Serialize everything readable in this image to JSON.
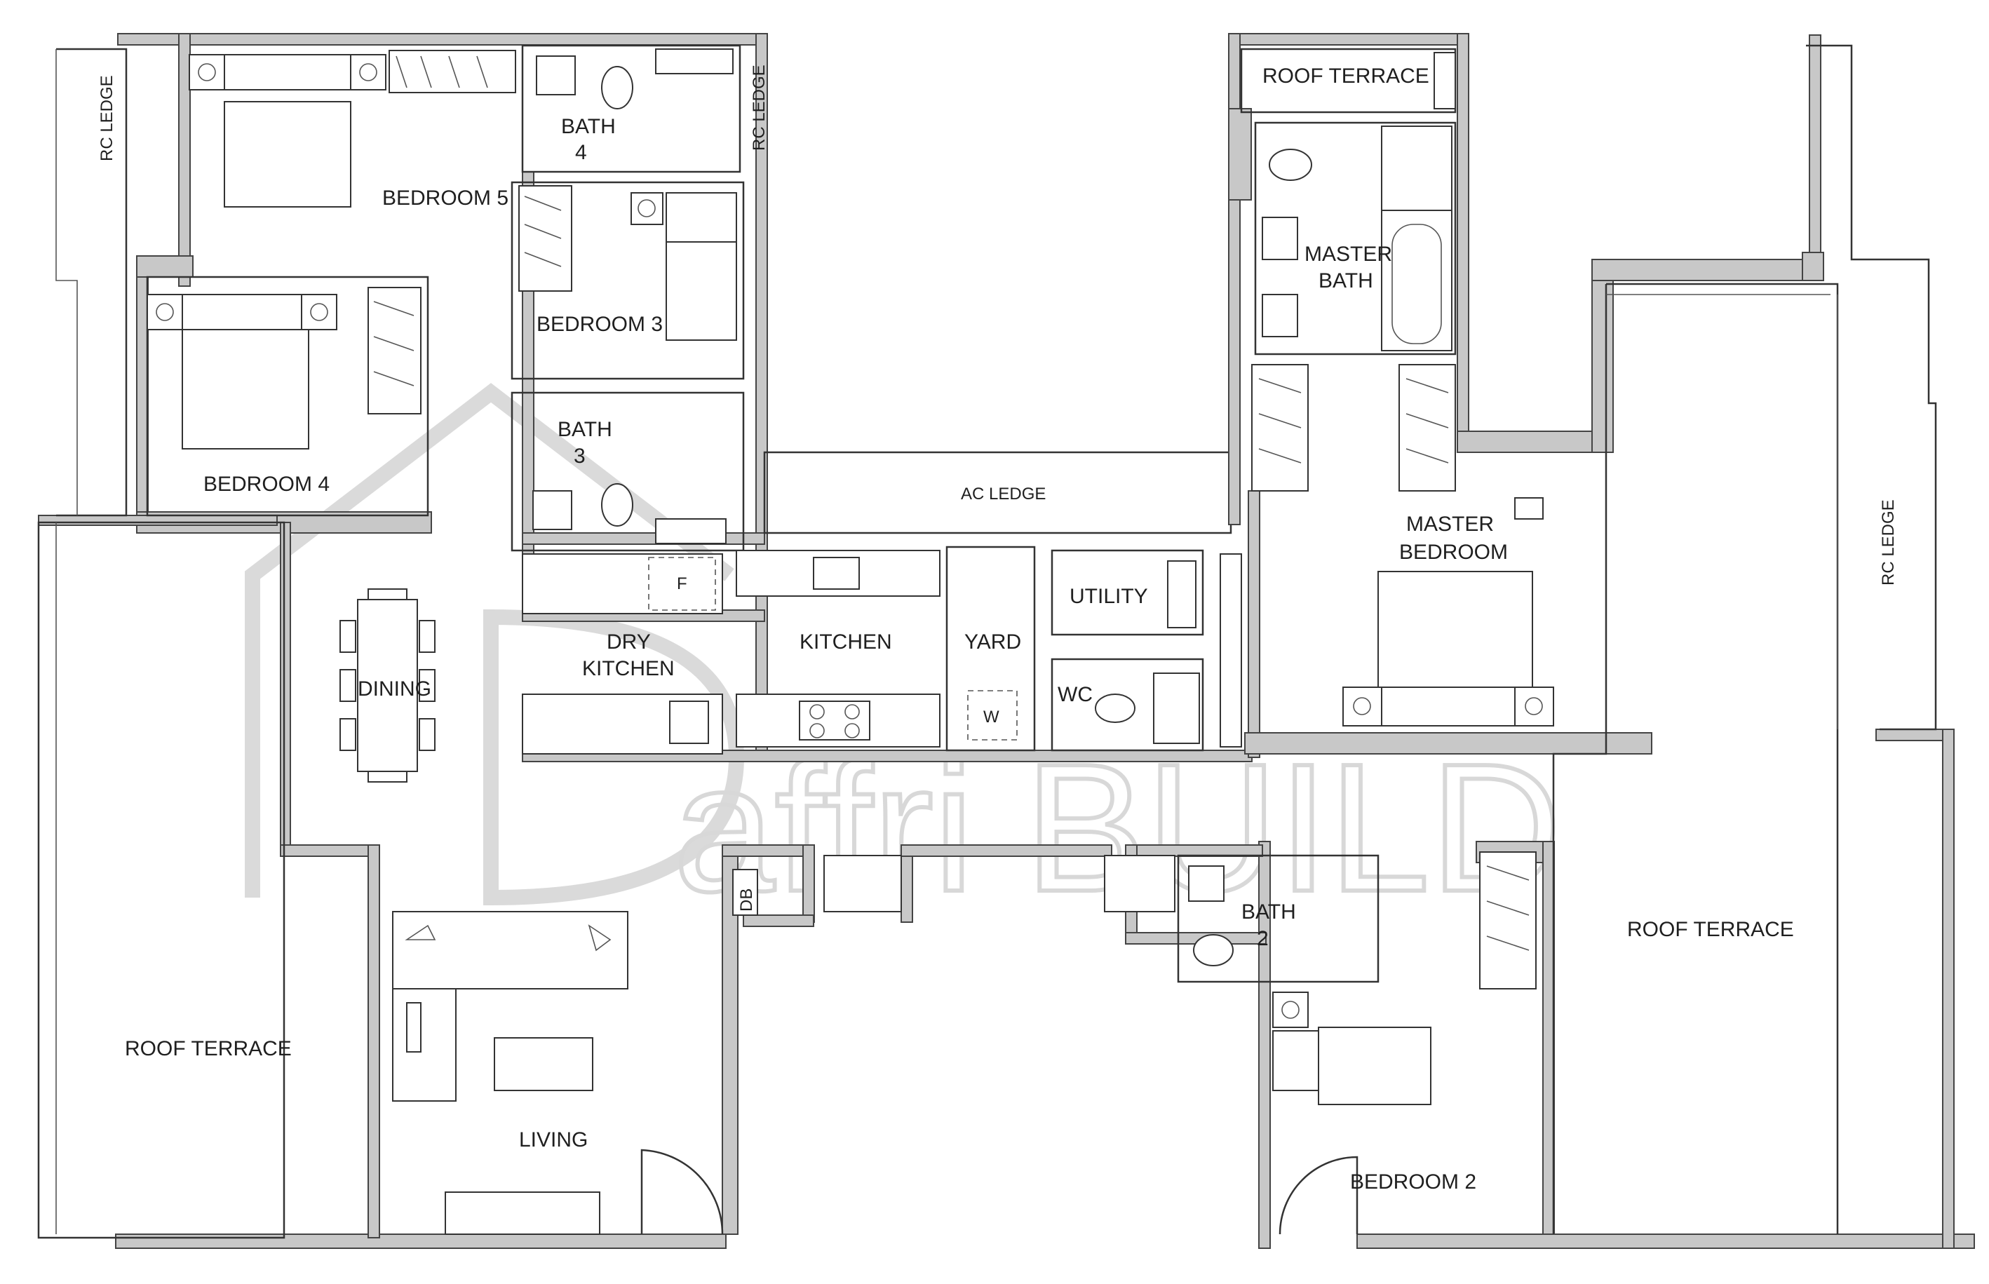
{
  "brand": {
    "watermark": "affri BUILD"
  },
  "rooms": {
    "rc_ledge_left": "RC LEDGE",
    "bedroom5": "BEDROOM 5",
    "bath4_line1": "BATH",
    "bath4_line2": "4",
    "rc_ledge_top": "RC LEDGE",
    "bedroom3": "BEDROOM 3",
    "bedroom4": "BEDROOM 4",
    "bath3_line1": "BATH",
    "bath3_line2": "3",
    "ac_ledge": "AC LEDGE",
    "fridge": "F",
    "dry_kitchen_line1": "DRY",
    "dry_kitchen_line2": "KITCHEN",
    "kitchen": "KITCHEN",
    "yard": "YARD",
    "washer": "W",
    "utility": "UTILITY",
    "wc": "WC",
    "dining": "DINING",
    "roof_terrace_left": "ROOF TERRACE",
    "living": "LIVING",
    "db": "DB",
    "roof_terrace_top": "ROOF TERRACE",
    "master_bath_line1": "MASTER",
    "master_bath_line2": "BATH",
    "master_bedroom_line1": "MASTER",
    "master_bedroom_line2": "BEDROOM",
    "bath2_line1": "BATH",
    "bath2_line2": "2",
    "bedroom2": "BEDROOM 2",
    "roof_terrace_right": "ROOF TERRACE",
    "rc_ledge_right": "RC LEDGE"
  }
}
